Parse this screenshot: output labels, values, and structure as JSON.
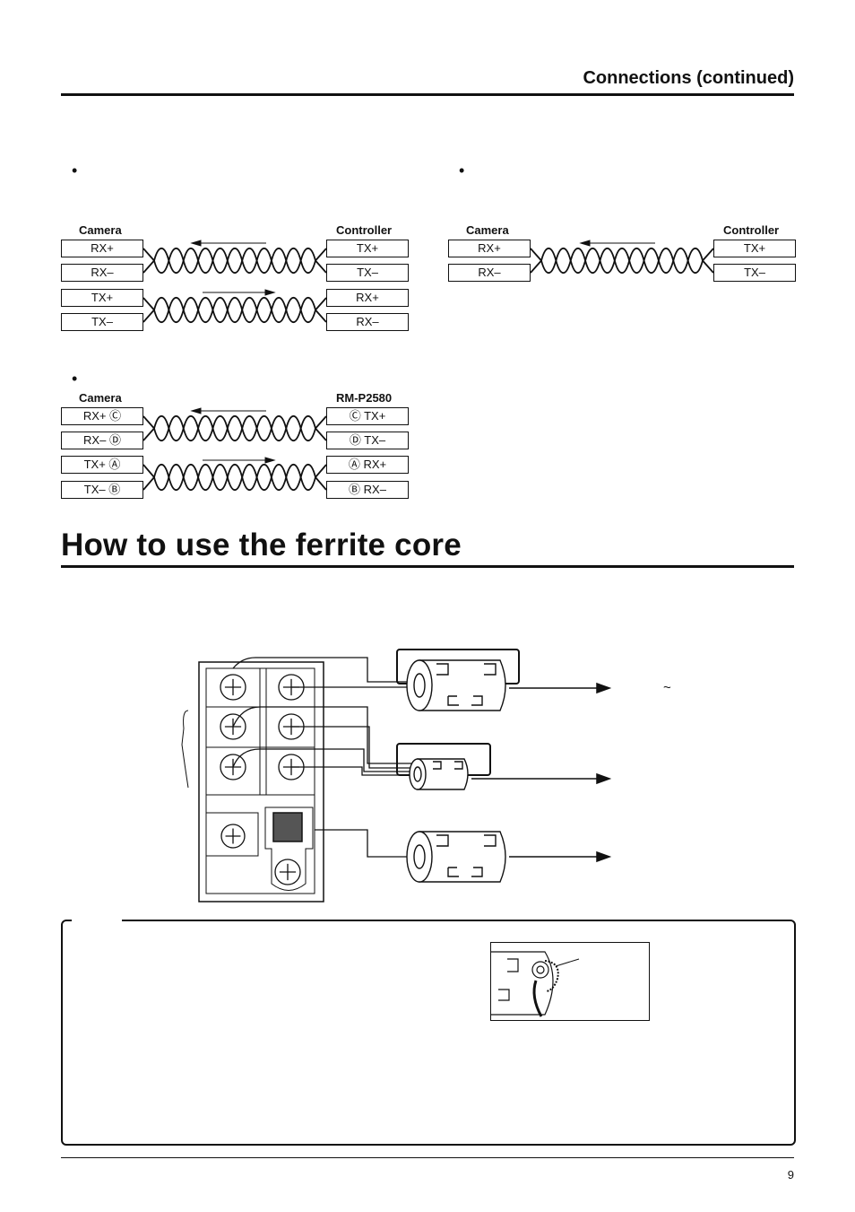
{
  "header": {
    "title": "Connections (continued)"
  },
  "section": {
    "title": "How to use the ferrite core"
  },
  "wiring": {
    "bullet": "•",
    "diagram_a": {
      "left_title": "Camera",
      "right_title": "Controller",
      "left_terms": [
        "RX+",
        "RX–",
        "TX+",
        "TX–"
      ],
      "right_terms": [
        "TX+",
        "TX–",
        "RX+",
        "RX–"
      ]
    },
    "diagram_b": {
      "left_title": "Camera",
      "right_title": "Controller",
      "left_terms": [
        "RX+",
        "RX–"
      ],
      "right_terms": [
        "TX+",
        "TX–"
      ]
    },
    "diagram_c": {
      "left_title": "Camera",
      "right_title": "RM-P2580",
      "left_terms": [
        "RX+ Ⓒ",
        "RX– Ⓓ",
        "TX+ Ⓐ",
        "TX– Ⓑ"
      ],
      "right_terms": [
        "Ⓒ TX+",
        "Ⓓ TX–",
        "Ⓐ RX+",
        "Ⓑ RX–"
      ]
    }
  },
  "ferrite": {
    "tilde": "~"
  },
  "footer": {
    "page": "9"
  }
}
